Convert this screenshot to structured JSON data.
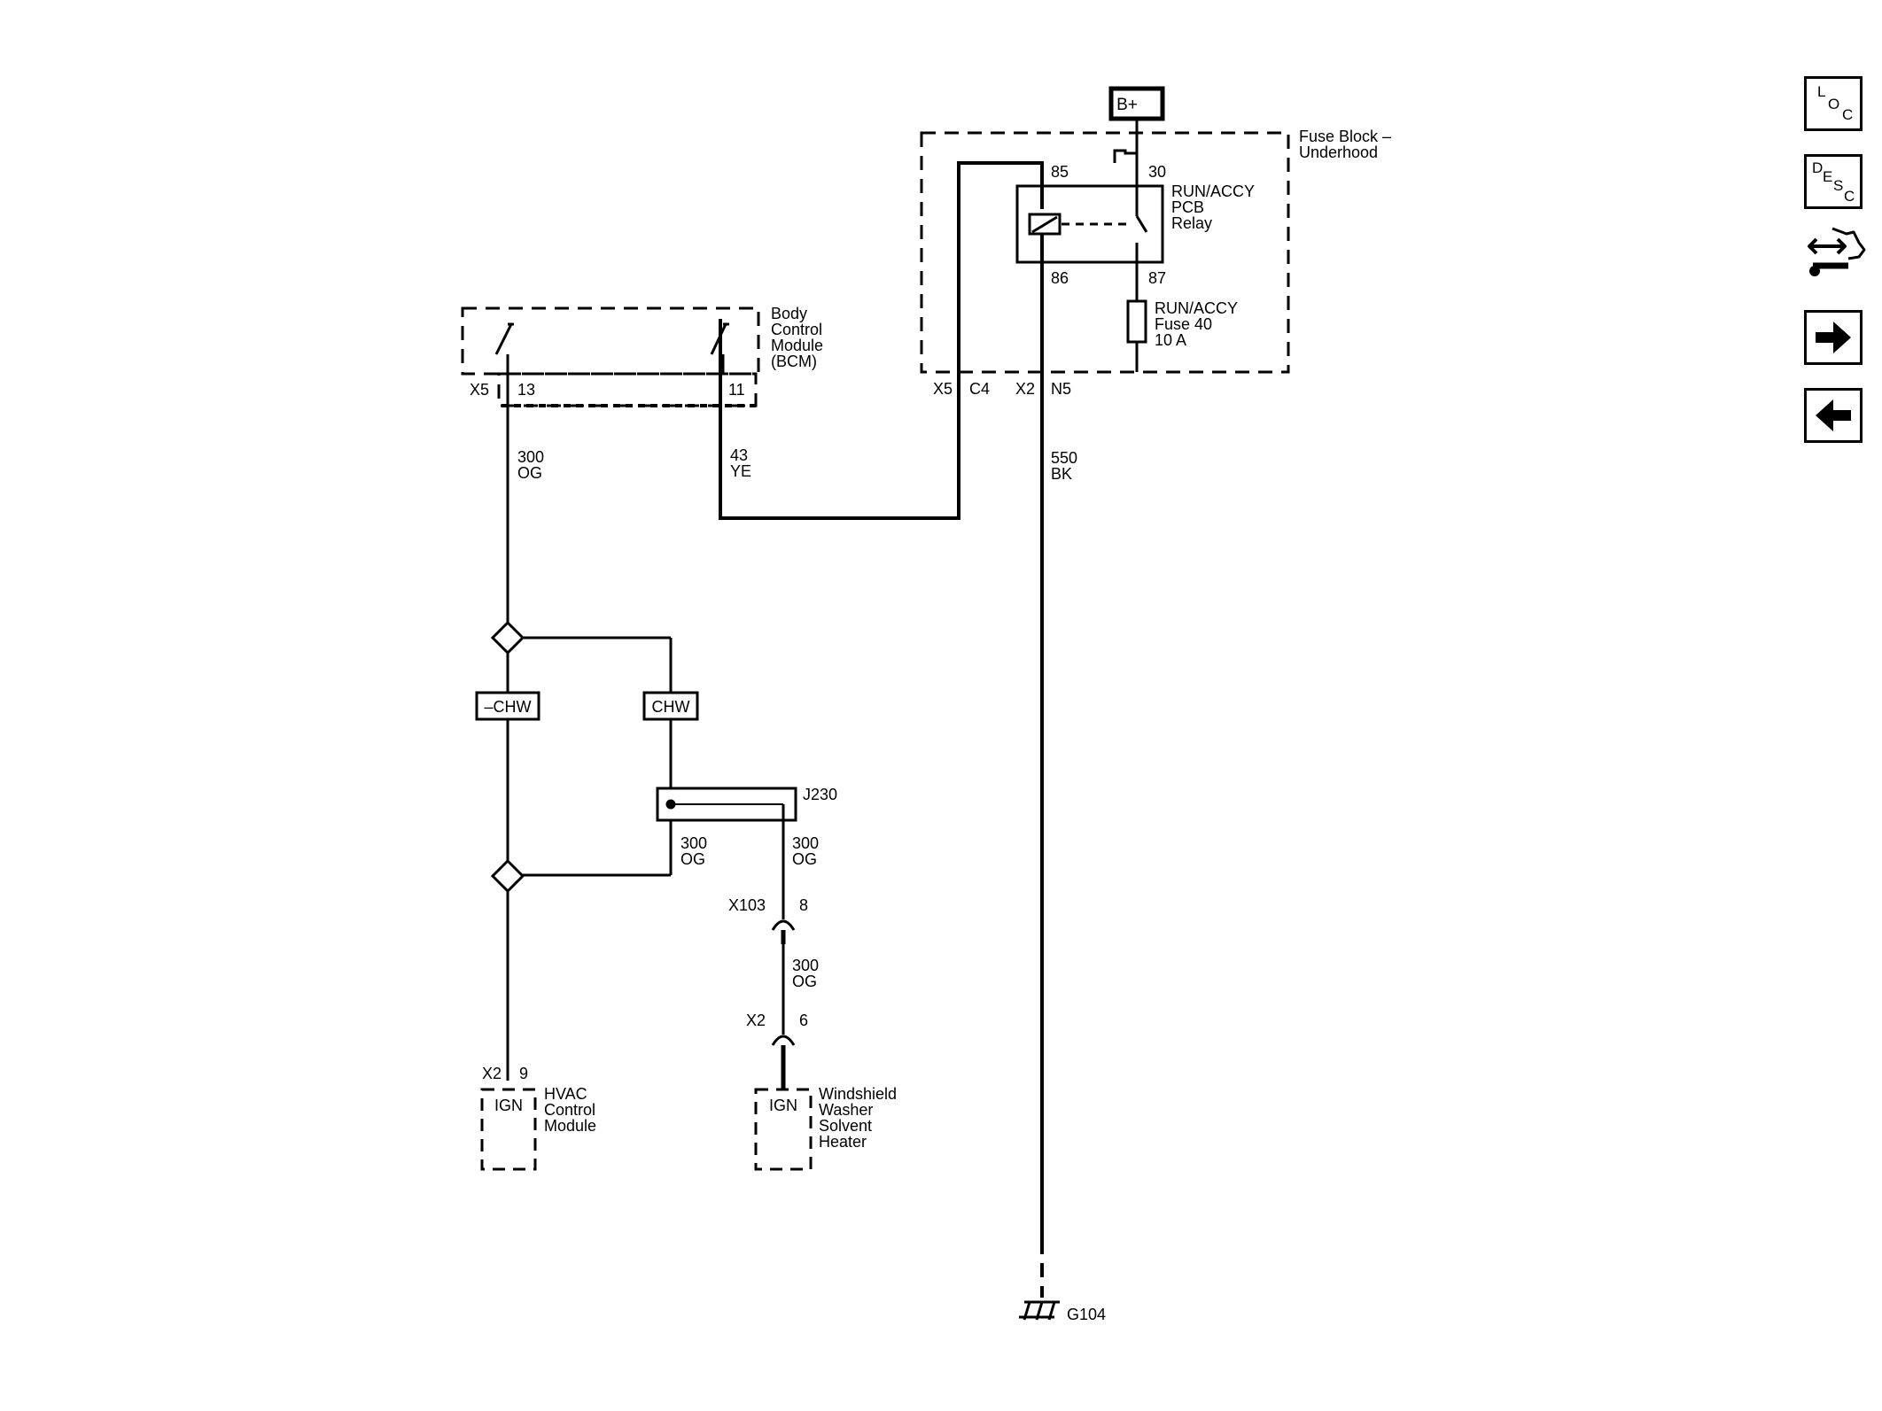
{
  "power": {
    "bplus": "B+"
  },
  "fuse_block": {
    "title_line1": "Fuse Block –",
    "title_line2": "Underhood"
  },
  "relay": {
    "name_line1": "RUN/ACCY",
    "name_line2": "PCB",
    "name_line3": "Relay",
    "pin_85": "85",
    "pin_30": "30",
    "pin_86": "86",
    "pin_87": "87"
  },
  "fuse": {
    "name_line1": "RUN/ACCY",
    "name_line2": "Fuse 40",
    "rating": "10 A"
  },
  "fuse_block_connectors": {
    "c4_conn": "X5",
    "c4_pin": "C4",
    "n5_conn": "X2",
    "n5_pin": "N5"
  },
  "bcm": {
    "name_line1": "Body",
    "name_line2": "Control",
    "name_line3": "Module",
    "name_line4": "(BCM)",
    "connector": "X5",
    "pin_13": "13",
    "pin_11": "11"
  },
  "wires": {
    "w300_circuit": "300",
    "w300_color": "OG",
    "w43_circuit": "43",
    "w43_color": "YE",
    "w550_circuit": "550",
    "w550_color": "BK"
  },
  "options": {
    "no_chw": "–CHW",
    "chw": "CHW"
  },
  "splice": {
    "name": "J230",
    "left_circuit": "300",
    "left_color": "OG",
    "right_circuit": "300",
    "right_color": "OG"
  },
  "inline_x103": {
    "connector": "X103",
    "pin": "8",
    "circuit": "300",
    "color": "OG"
  },
  "inline_x2": {
    "connector": "X2",
    "pin": "6"
  },
  "hvac": {
    "connector": "X2",
    "pin": "9",
    "terminal": "IGN",
    "name_line1": "HVAC",
    "name_line2": "Control",
    "name_line3": "Module"
  },
  "washer": {
    "terminal": "IGN",
    "name_line1": "Windshield",
    "name_line2": "Washer",
    "name_line3": "Solvent",
    "name_line4": "Heater"
  },
  "ground": {
    "name": "G104"
  },
  "toolbar": {
    "loc": {
      "l1": "L",
      "l2": "O",
      "l3": "C"
    },
    "desc": {
      "l1": "D",
      "l2": "E",
      "l3": "S",
      "l4": "C"
    }
  },
  "icons": [
    "loc-icon",
    "desc-icon",
    "connector-tools-icon",
    "arrow-right-icon",
    "arrow-left-icon"
  ]
}
